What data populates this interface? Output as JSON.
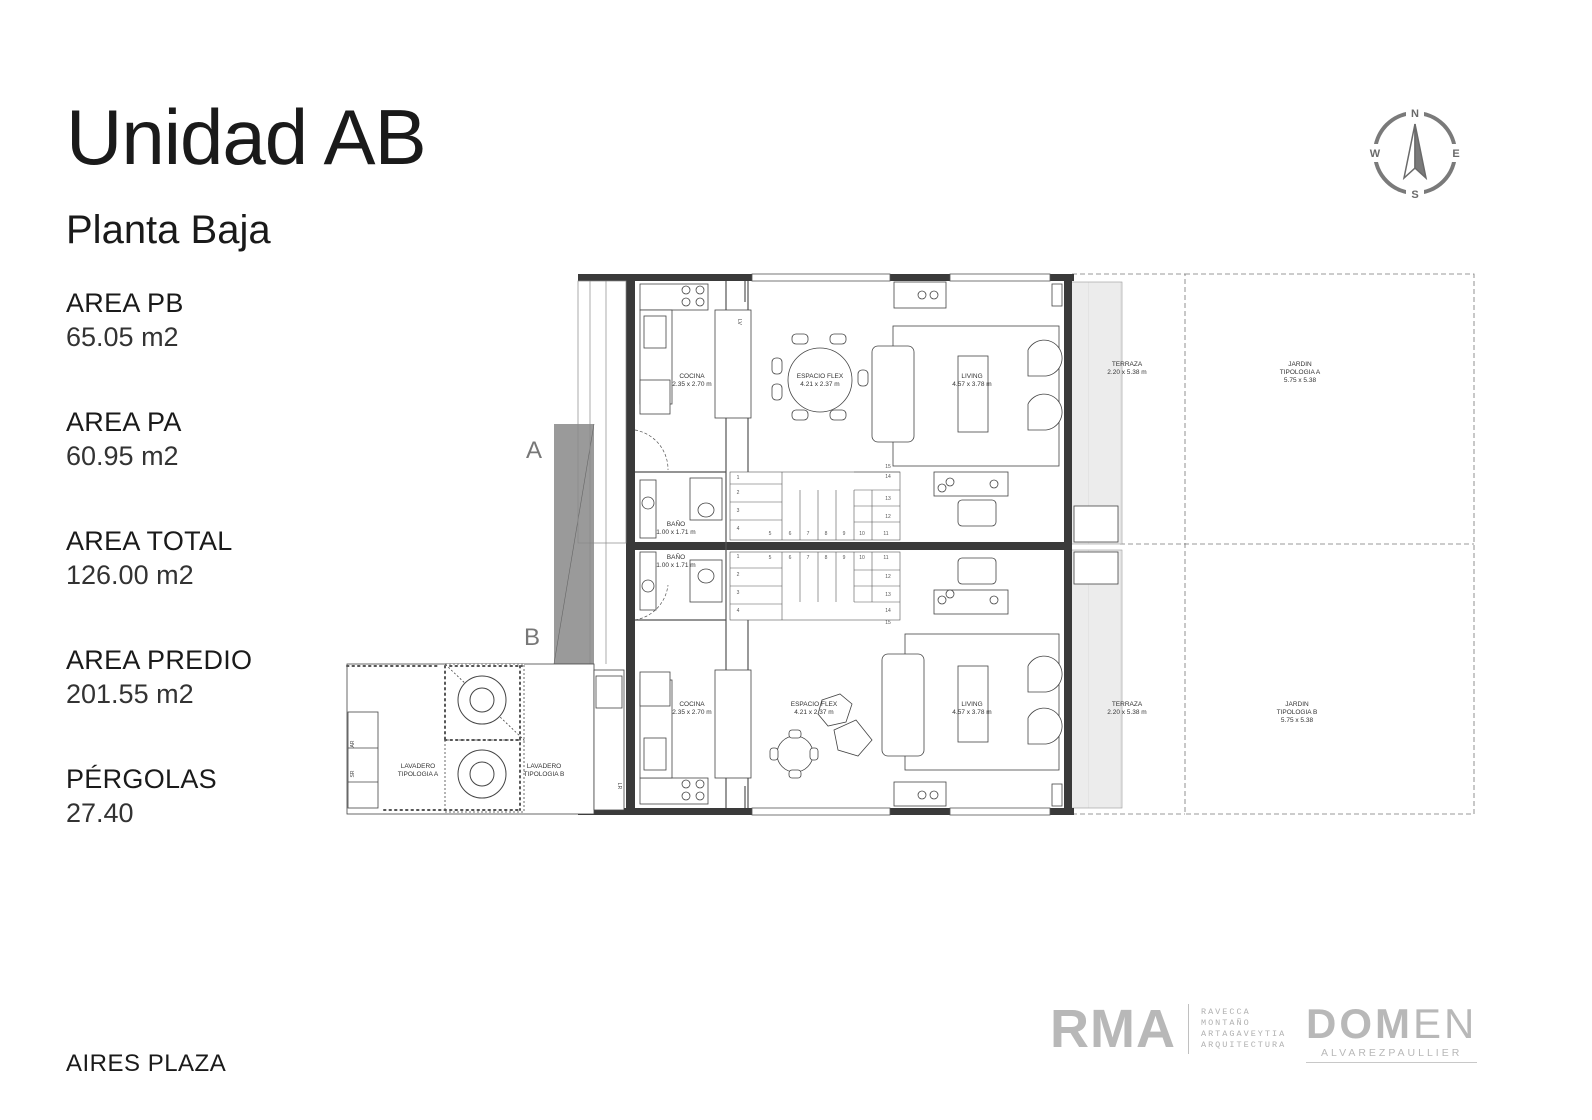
{
  "header": {
    "title": "Unidad AB",
    "subtitle": "Planta Baja"
  },
  "stats": [
    {
      "label": "AREA PB",
      "value": "65.05 m2"
    },
    {
      "label": "AREA PA",
      "value": "60.95 m2"
    },
    {
      "label": "AREA TOTAL",
      "value": "126.00 m2"
    },
    {
      "label": "AREA PREDIO",
      "value": "201.55 m2"
    },
    {
      "label": "PÉRGOLAS",
      "value": "27.40"
    }
  ],
  "footer": {
    "project": "AIRES PLAZA"
  },
  "compass": {
    "n": "N",
    "s": "S",
    "e": "E",
    "w": "W"
  },
  "plan": {
    "markers": {
      "a": "A",
      "b": "B"
    },
    "rooms": {
      "cocina_a": {
        "name": "COCINA",
        "dims": "2.35 x 2.70 m"
      },
      "cocina_b": {
        "name": "COCINA",
        "dims": "2.35 x 2.70 m"
      },
      "flex_a": {
        "name": "ESPACIO FLEX",
        "dims": "4.21 x 2.37 m"
      },
      "flex_b": {
        "name": "ESPACIO FLEX",
        "dims": "4.21 x 2.37 m"
      },
      "living_a": {
        "name": "LIVING",
        "dims": "4.57 x 3.78 m"
      },
      "living_b": {
        "name": "LIVING",
        "dims": "4.57 x 3.78 m"
      },
      "bano_a": {
        "name": "BAÑO",
        "dims": "1.00 x 1.71 m"
      },
      "bano_b": {
        "name": "BAÑO",
        "dims": "1.00 x 1.71 m"
      },
      "terraza_a": {
        "name": "TERRAZA",
        "dims": "2.20 x 5.38 m"
      },
      "terraza_b": {
        "name": "TERRAZA",
        "dims": "2.20 x 5.38 m"
      },
      "jardin_a": {
        "name": "JARDIN",
        "type": "TIPOLOGIA A",
        "dims": "5.75 x 5.38"
      },
      "jardin_b": {
        "name": "JARDIN",
        "type": "TIPOLOGIA B",
        "dims": "5.75 x 5.38"
      },
      "lavadero_a": {
        "name": "LAVADERO",
        "type": "TIPOLOGIA A"
      },
      "lavadero_b": {
        "name": "LAVADERO",
        "type": "TIPOLOGIA B"
      }
    },
    "appliance_labels": {
      "ar": "AR",
      "sr": "SR",
      "lr": "LR",
      "lv": "LV"
    },
    "stairs_upper": [
      "1",
      "2",
      "3",
      "4",
      "5",
      "6",
      "7",
      "8",
      "9",
      "10",
      "11",
      "12",
      "13",
      "14",
      "15"
    ],
    "stairs_lower": [
      "1",
      "2",
      "3",
      "4",
      "5",
      "6",
      "7",
      "8",
      "9",
      "10",
      "11",
      "12",
      "13",
      "14",
      "15"
    ]
  },
  "logos": {
    "rma": {
      "big": "RMA",
      "lines": [
        "RAVECCA",
        "MONTAÑO",
        "ARTAGAVEYTIA",
        "ARQUITECTURA"
      ]
    },
    "domen": {
      "bold": "DOM",
      "light": "EN",
      "small": "ALVAREZPAULLIER"
    }
  }
}
